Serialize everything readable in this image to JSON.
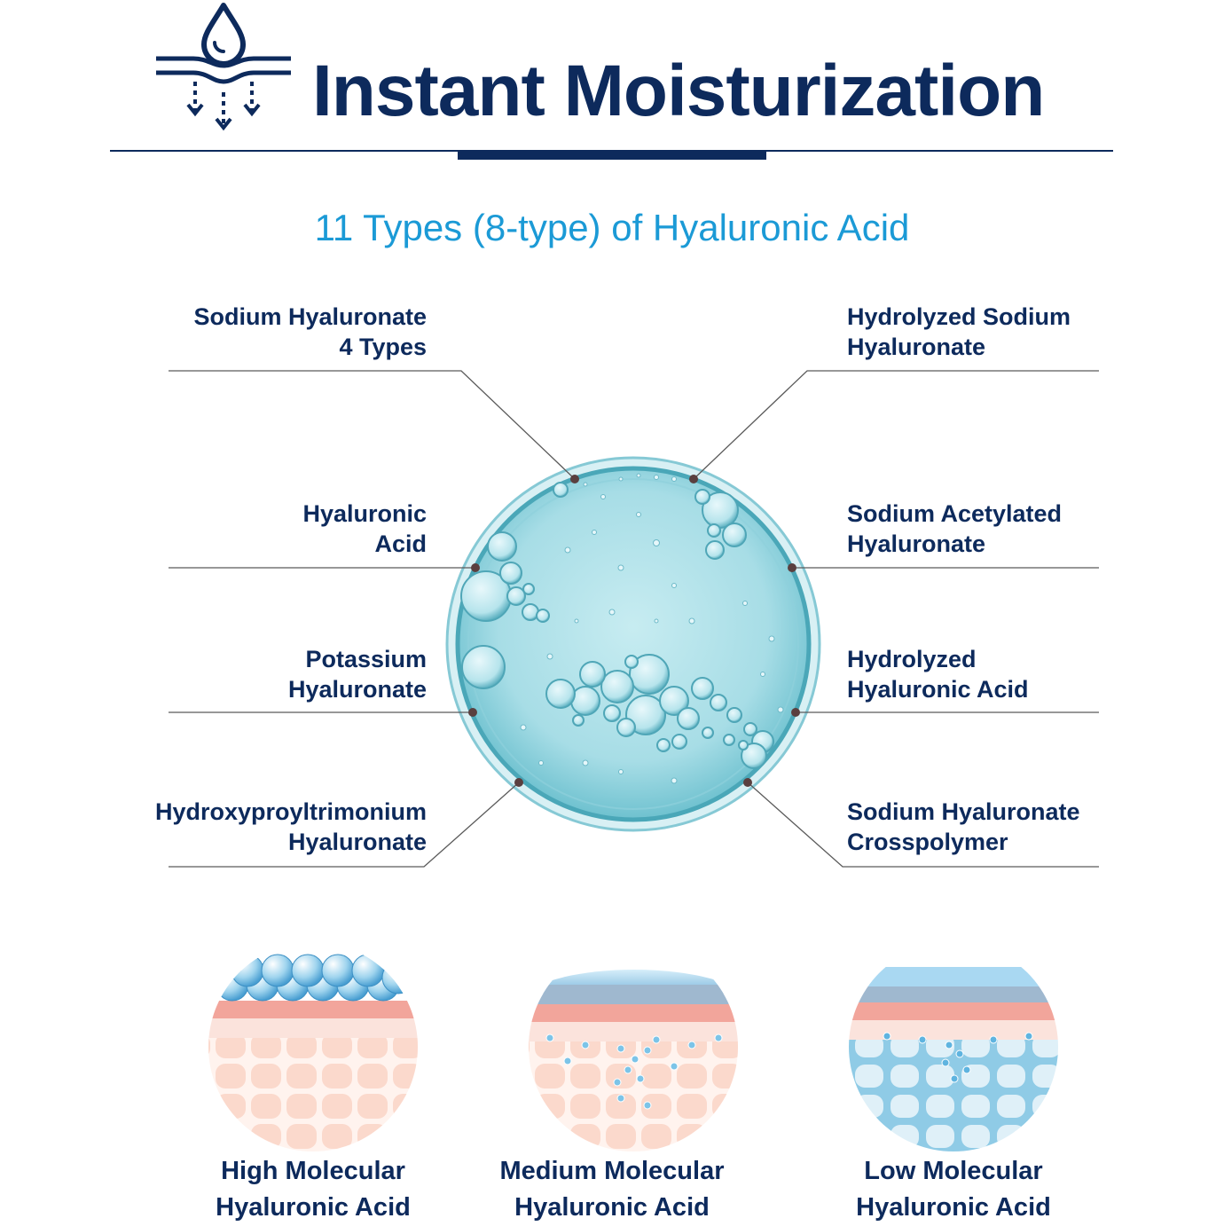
{
  "header": {
    "title": "Instant Moisturization",
    "icon": "water-drop-skin-icon"
  },
  "subtitle": "11 Types (8-type) of Hyaluronic Acid",
  "ingredients": {
    "left": [
      {
        "line1": "Sodium Hyaluronate",
        "line2": "4 Types"
      },
      {
        "line1": "Hyaluronic",
        "line2": "Acid"
      },
      {
        "line1": "Potassium",
        "line2": "Hyaluronate"
      },
      {
        "line1": "Hydroxyproyltrimonium",
        "line2": "Hyaluronate"
      }
    ],
    "right": [
      {
        "line1": "Hydrolyzed Sodium",
        "line2": "Hyaluronate"
      },
      {
        "line1": "Sodium Acetylated",
        "line2": "Hyaluronate"
      },
      {
        "line1": "Hydrolyzed",
        "line2": "Hyaluronic Acid"
      },
      {
        "line1": "Sodium Hyaluronate",
        "line2": "Crosspolymer"
      }
    ]
  },
  "molecular": [
    {
      "line1": "High Molecular",
      "line2": "Hyaluronic Acid"
    },
    {
      "line1": "Medium Molecular",
      "line2": "Hyaluronic Acid"
    },
    {
      "line1": "Low Molecular",
      "line2": "Hyaluronic Acid"
    }
  ],
  "colors": {
    "navy": "#0d2a5c",
    "accent_blue": "#1b9ad6",
    "gel": "#a9dfe8",
    "skin_pink": "#f4b3a8",
    "skin_cell": "#fbd9cc"
  }
}
